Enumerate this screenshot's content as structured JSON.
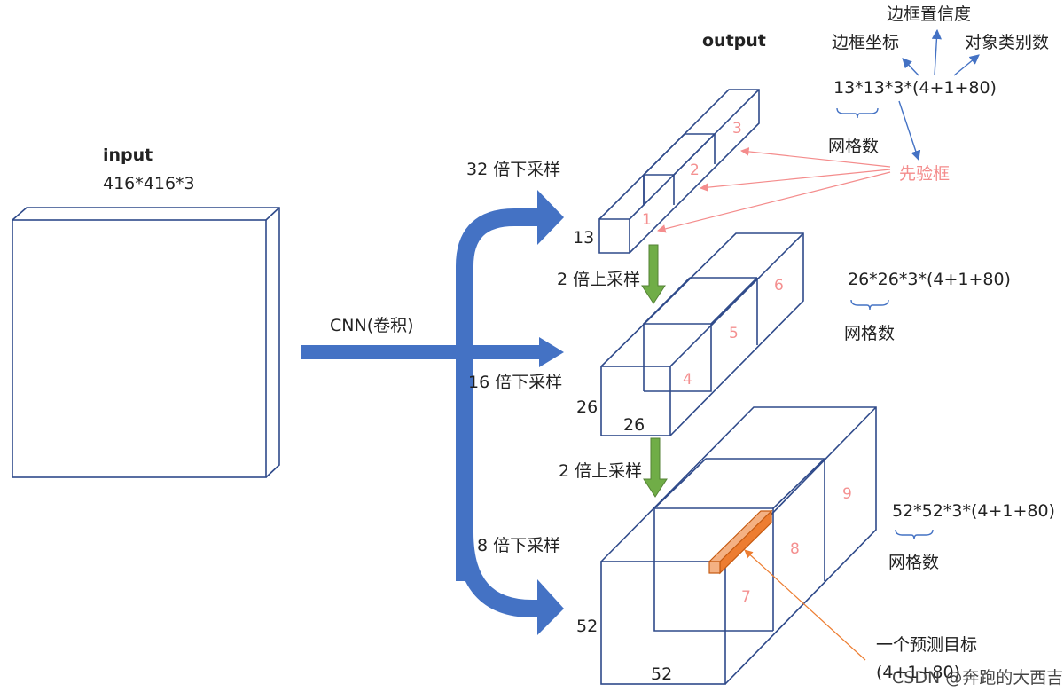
{
  "colors": {
    "box": "#2f4a8a",
    "flow_arrow": "#4472c4",
    "upsample_arrow": "#70ad47",
    "anchor": "#f48c8c",
    "target": "#ed7d31"
  },
  "input": {
    "title": "input",
    "size": "416*416*3"
  },
  "cnn_label": "CNN(卷积)",
  "output_title": "output",
  "branches": [
    {
      "label": "32 倍下采样"
    },
    {
      "label": "16 倍下采样"
    },
    {
      "label": "8 倍下采样"
    }
  ],
  "upsample": [
    "2 倍上采样",
    "2 倍上采样"
  ],
  "scales": [
    {
      "grid": "13",
      "formula": "13*13*3*(4+1+80)",
      "grid_caption": "网格数",
      "anchors": [
        "1",
        "2",
        "3"
      ]
    },
    {
      "grid": "26",
      "grid2": "26",
      "formula": "26*26*3*(4+1+80)",
      "grid_caption": "网格数",
      "anchors": [
        "4",
        "5",
        "6"
      ]
    },
    {
      "grid": "52",
      "grid2": "52",
      "formula": "52*52*3*(4+1+80)",
      "grid_caption": "网格数",
      "anchors": [
        "7",
        "8",
        "9"
      ]
    }
  ],
  "annotations": {
    "bbox_confidence": "边框置信度",
    "bbox_coords": "边框坐标",
    "class_count": "对象类别数",
    "anchor_box": "先验框",
    "one_target_line1": "一个预测目标",
    "one_target_line2": "(4+1+80)"
  },
  "watermark": "CSDN @奔跑的大西吉",
  "icons": [
    "blue-arrow-icon",
    "green-down-arrow-icon",
    "pink-pointer-arrow-icon",
    "orange-pointer-arrow-icon"
  ]
}
